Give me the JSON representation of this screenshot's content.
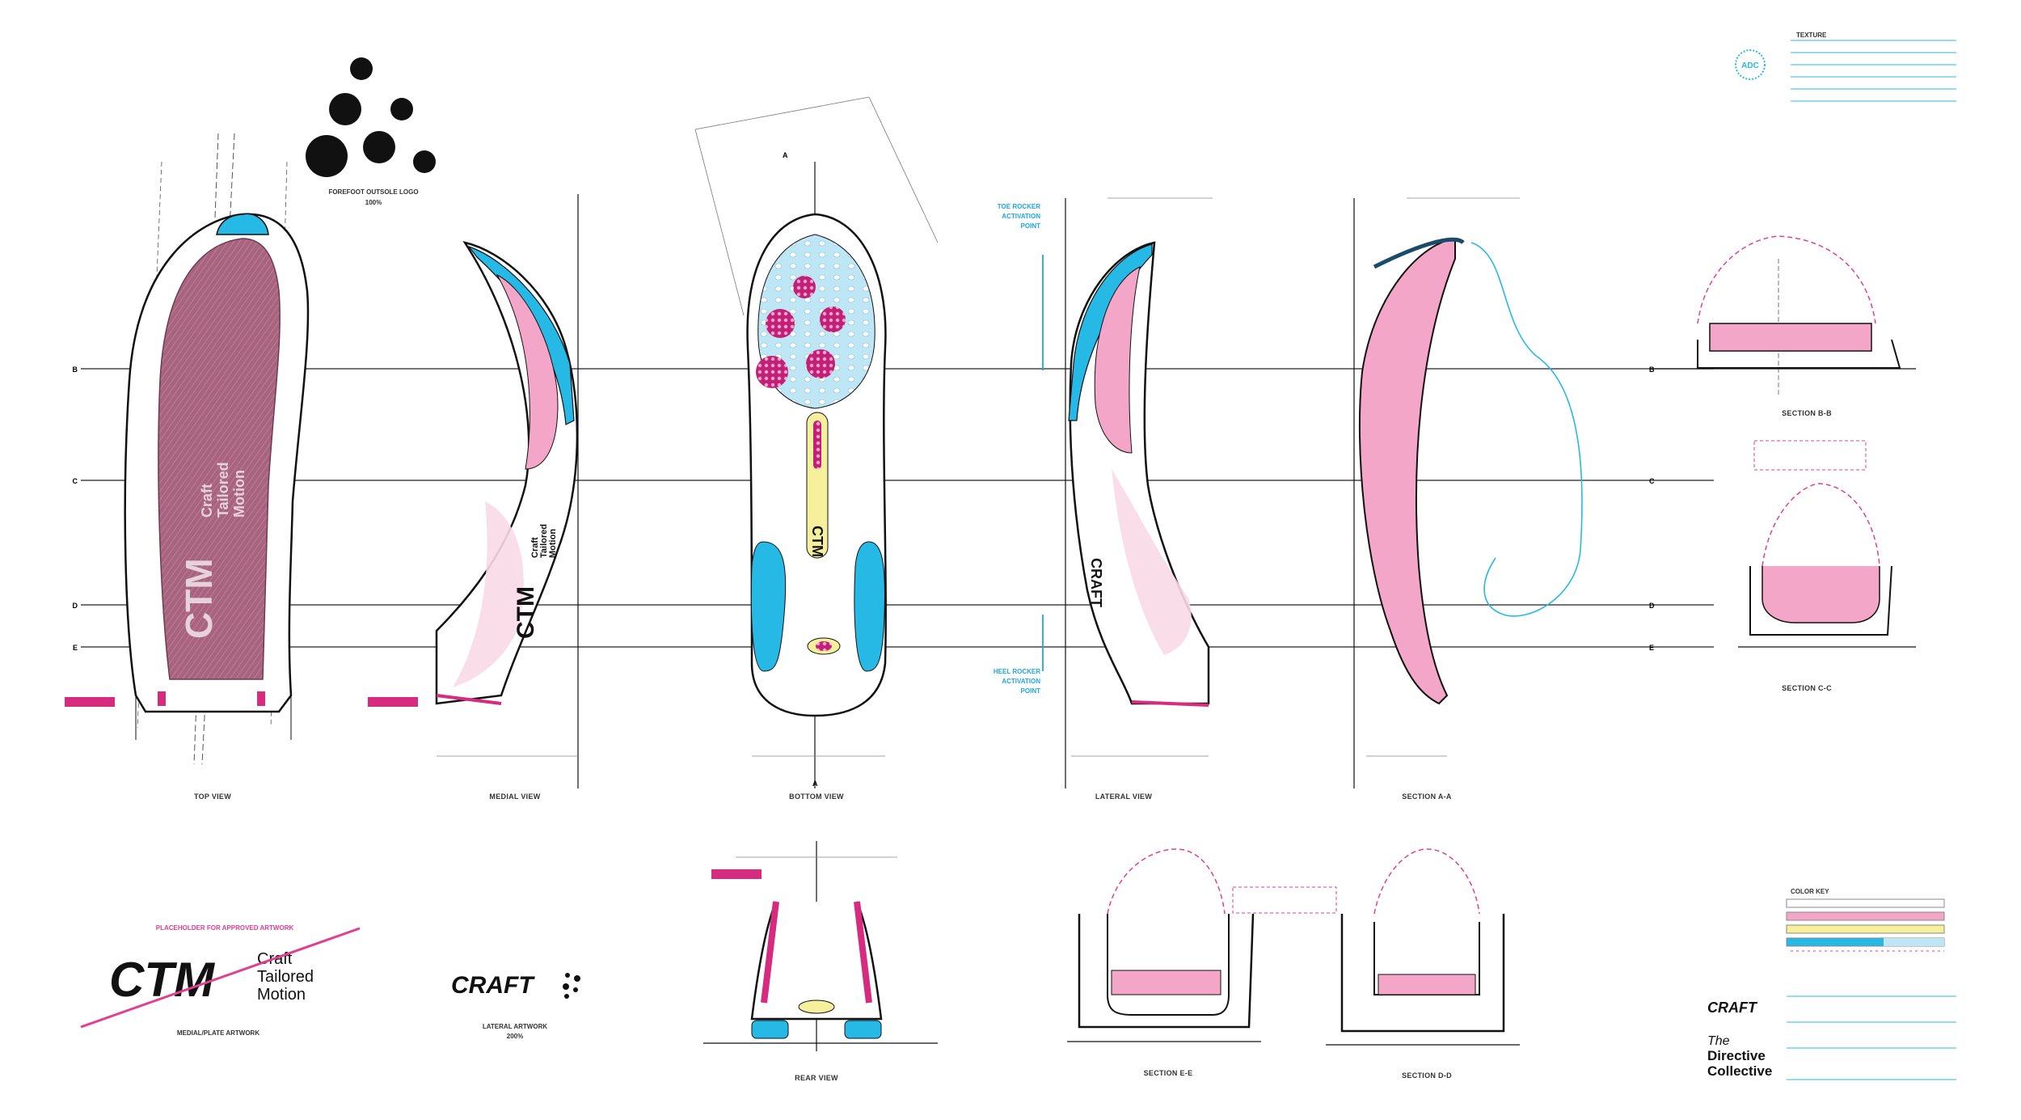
{
  "views": {
    "top": "TOP VIEW",
    "medial": "MEDIAL VIEW",
    "bottom": "BOTTOM VIEW",
    "lateral": "LATERAL VIEW",
    "section_aa": "SECTION A-A",
    "section_bb": "SECTION B-B",
    "section_cc": "SECTION C-C",
    "section_dd": "SECTION D-D",
    "section_ee": "SECTION E-E",
    "rear": "REAR VIEW"
  },
  "section_letters": [
    "B",
    "C",
    "D",
    "E"
  ],
  "axis_letter": "A",
  "logo": {
    "forefoot_caption": "FOREFOOT OUTSOLE LOGO",
    "forefoot_scale": "100%",
    "medial_caption": "MEDIAL/PLATE ARTWORK",
    "lateral_caption": "LATERAL ARTWORK",
    "lateral_scale": "200%",
    "placeholder": "PLACEHOLDER FOR APPROVED ARTWORK",
    "ctm_mark": "CTM",
    "ctm_line1": "Craft",
    "ctm_line2": "Tailored",
    "ctm_line3": "Motion",
    "craft_word": "CRAFT"
  },
  "rocker": {
    "toe_line1": "TOE ROCKER",
    "toe_line2": "ACTIVATION",
    "toe_line3": "POINT",
    "heel_line1": "HEEL ROCKER",
    "heel_line2": "ACTIVATION",
    "heel_line3": "POINT"
  },
  "texture": {
    "title": "TEXTURE",
    "badge": "ADC"
  },
  "color_key": {
    "title": "COLOR KEY"
  },
  "brand": {
    "craft": "CRAFT",
    "directive_line1": "The",
    "directive_line2": "Directive",
    "directive_line3": "Collective"
  },
  "colors": {
    "pink": "#f3a6c8",
    "magenta": "#d62b7f",
    "cyan": "#27b9e6",
    "light_cyan": "#bfe6f5",
    "yellow": "#f6ef9c",
    "mauve": "#a8647f",
    "accent_line": "#e0408e"
  }
}
